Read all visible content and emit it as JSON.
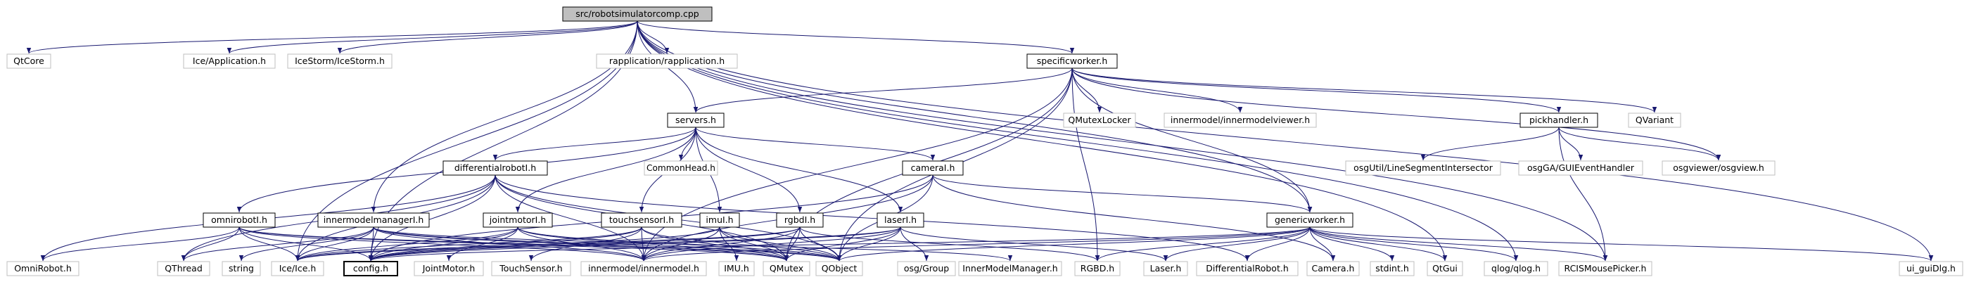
{
  "diagram": {
    "nodes": {
      "root": "src/robotsimulatorcomp.cpp",
      "qtcore": "QtCore",
      "ice_application": "Ice/Application.h",
      "icestorm": "IceStorm/IceStorm.h",
      "rapplication": "rapplication/rapplication.h",
      "specificworker": "specificworker.h",
      "servers": "servers.h",
      "qmutexlocker": "QMutexLocker",
      "innermodelviewer": "innermodel/innermodelviewer.h",
      "pickhandler": "pickhandler.h",
      "qvariant": "QVariant",
      "differentialrobot": "differentialrobotI.h",
      "commonhead": "CommonHead.h",
      "cameral": "cameraI.h",
      "linesegment": "osgUtil/LineSegmentIntersector",
      "guieventhandler": "osgGA/GUIEventHandler",
      "osgview": "osgviewer/osgview.h",
      "omnirobotI": "omnirobotI.h",
      "innermodelmanagerI": "innermodelmanagerI.h",
      "jointmotorI": "jointmotorI.h",
      "touchsensorI": "touchsensorI.h",
      "imuI": "imuI.h",
      "rgbdI": "rgbdI.h",
      "laserI": "laserI.h",
      "genericworker": "genericworker.h",
      "omnirobot": "OmniRobot.h",
      "qthread": "QThread",
      "string": "string",
      "iceice": "Ice/Ice.h",
      "config": "config.h",
      "jointmotor": "JointMotor.h",
      "touchsensor": "TouchSensor.h",
      "innermodel": "innermodel/innermodel.h",
      "imu": "IMU.h",
      "qmutex": "QMutex",
      "qobject": "QObject",
      "osggroup": "osg/Group",
      "innermodelmanager": "InnerModelManager.h",
      "rgbd": "RGBD.h",
      "laser": "Laser.h",
      "differentialrobot_h": "DifferentialRobot.h",
      "camera": "Camera.h",
      "stdint": "stdint.h",
      "qtgui": "QtGui",
      "qlog": "qlog/qlog.h",
      "rcismouse": "RCISMousePicker.h",
      "uiguidlg": "ui_guiDlg.h"
    }
  }
}
